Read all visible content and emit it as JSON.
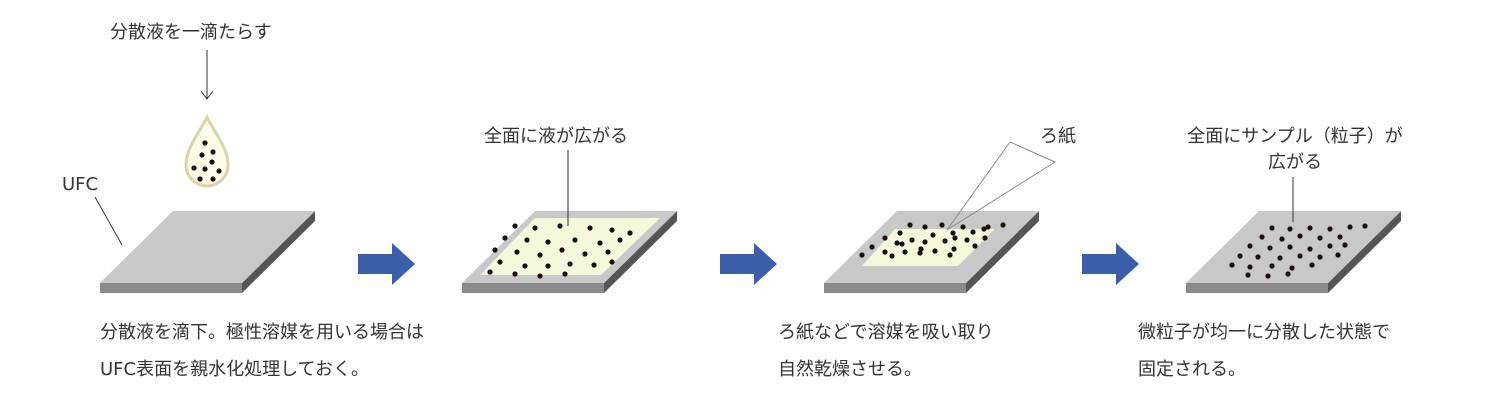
{
  "labels": {
    "drop_instruction": "分散液を一滴たらす",
    "ufc": "UFC",
    "liquid_spread": "全面に液が広がる",
    "filter_paper": "ろ紙",
    "sample_spread_line1": "全面にサンプル（粒子）が",
    "sample_spread_line2": "広がる"
  },
  "captions": {
    "step1_line1": "分散液を滴下。極性溶媒を用いる場合は",
    "step1_line2": "UFC表面を親水化処理しておく。",
    "step3_line1": "ろ紙などで溶媒を吸い取り",
    "step3_line2": "自然乾燥させる。",
    "step4_line1": "微粒子が均一に分散した状態で",
    "step4_line2": "固定される。"
  },
  "colors": {
    "arrow": "#3b5ea8",
    "plate_top": "#c8c8c8",
    "plate_front": "#8a8a8a",
    "plate_side": "#555555",
    "liquid": "#f6f8dc",
    "drop_edge": "#d8d6a8",
    "particle": "#1a1010"
  }
}
